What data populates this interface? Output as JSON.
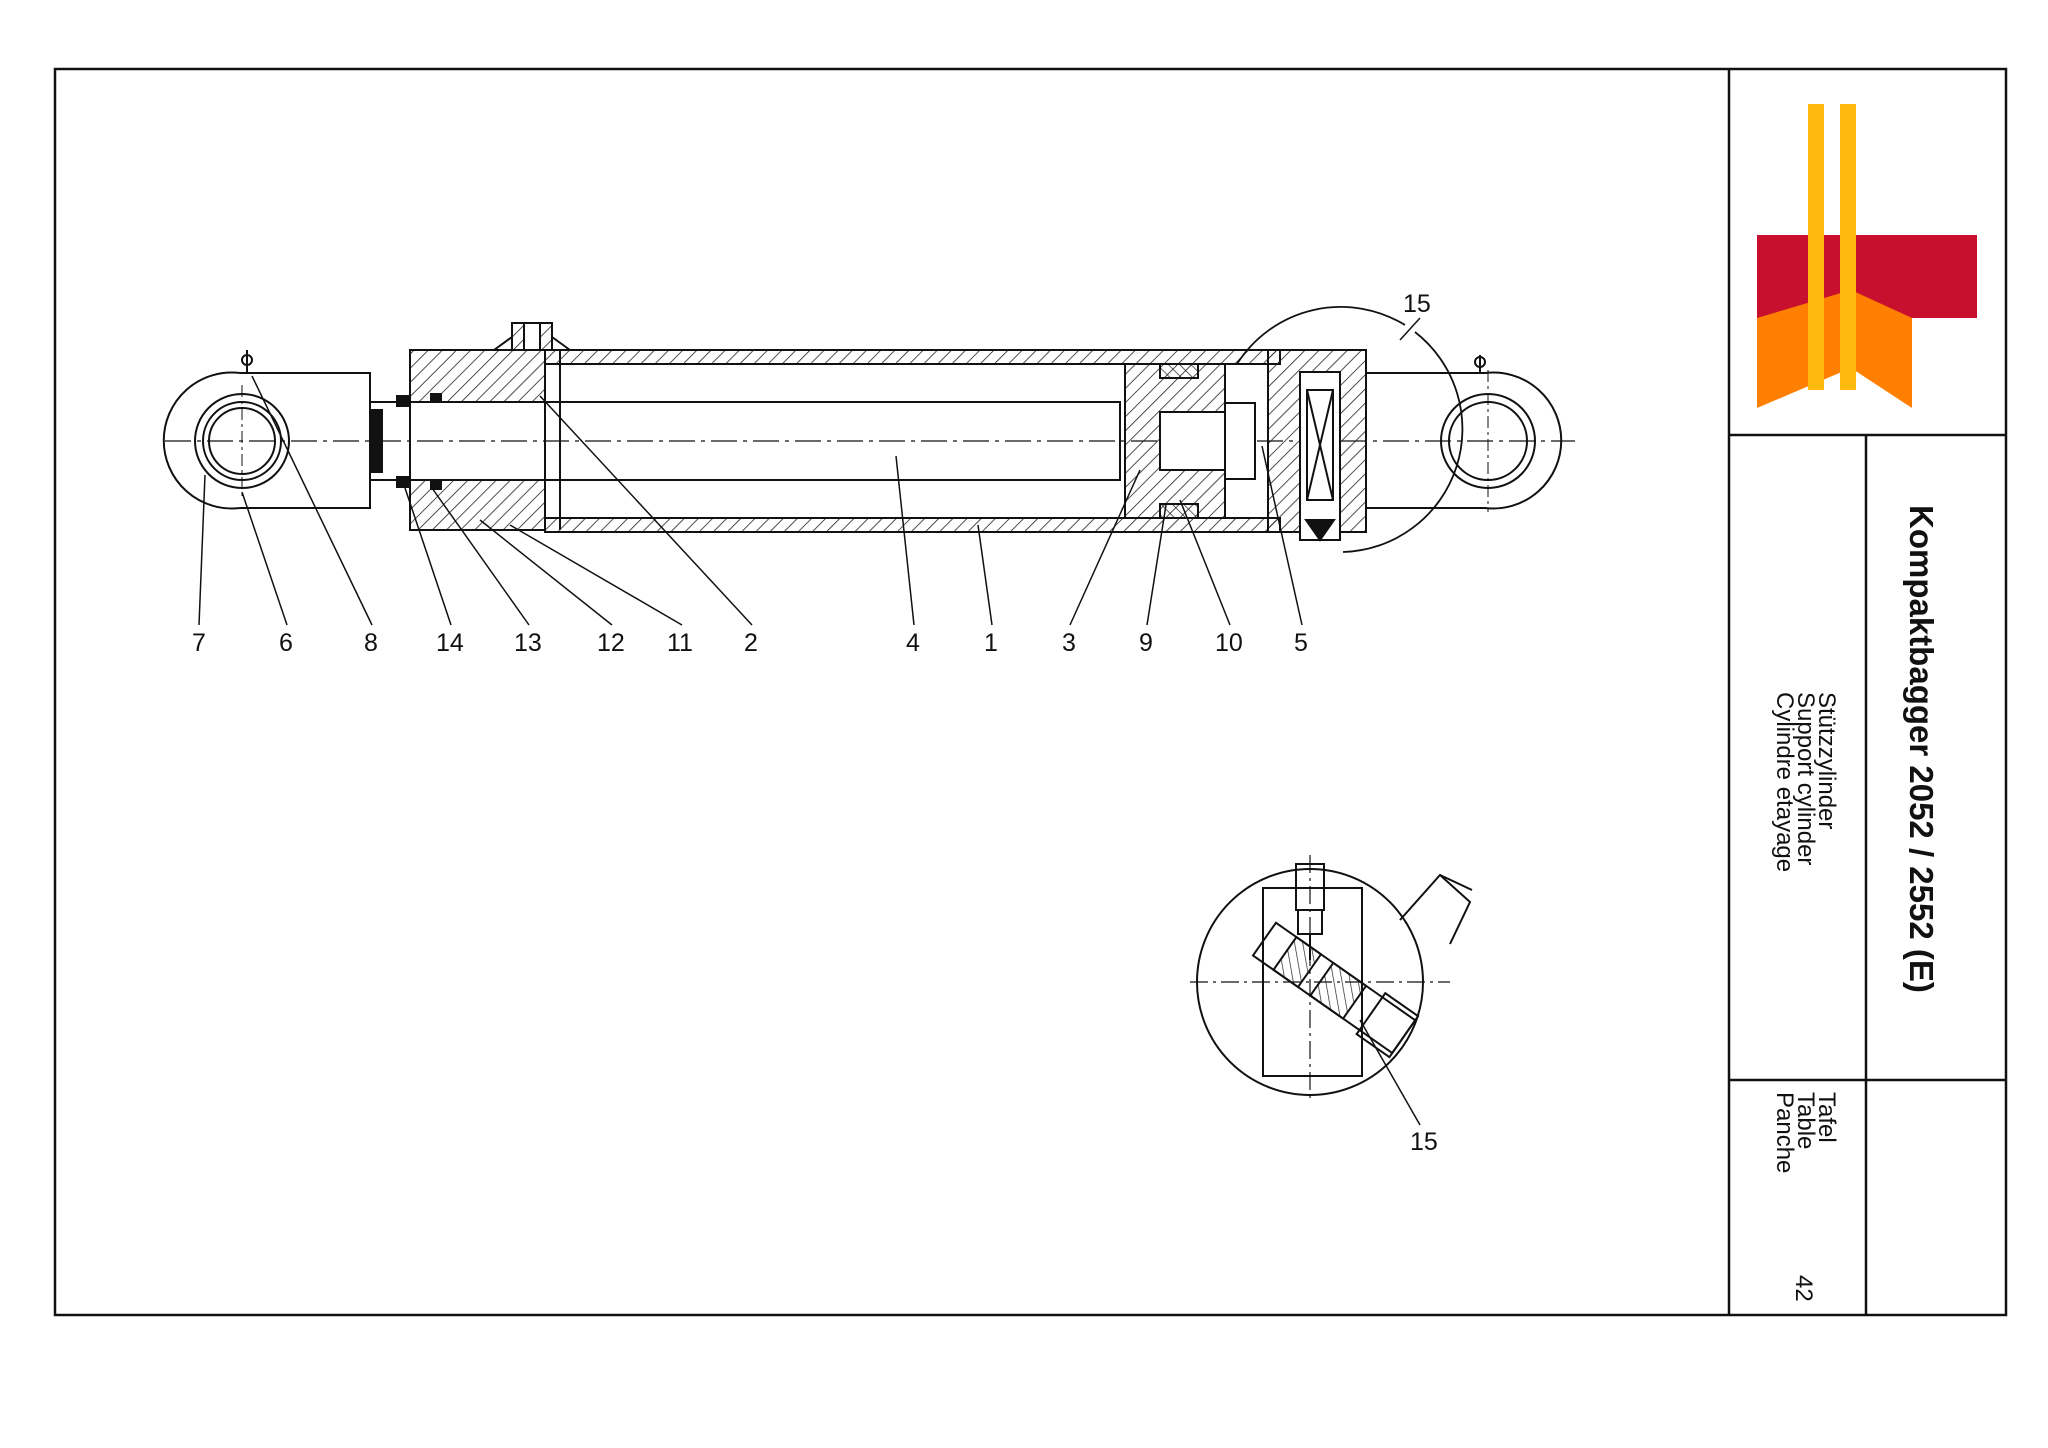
{
  "drawing": {
    "callouts": [
      "7",
      "6",
      "8",
      "14",
      "13",
      "12",
      "11",
      "2",
      "4",
      "1",
      "3",
      "9",
      "10",
      "5",
      "15",
      "15"
    ]
  },
  "title_block": {
    "title": "Kompaktbagger 2052 / 2552 (E)",
    "subtitle_lines": [
      "Stützzylinder",
      "Support cylinder",
      "Cylindre etayage"
    ],
    "plate_labels": [
      "Tafel",
      "Table",
      "Panche"
    ],
    "plate_number": "42"
  },
  "logo": {
    "colors": {
      "red": "#c8102e",
      "orange": "#ff7f00",
      "yellow": "#ffb90f"
    }
  }
}
